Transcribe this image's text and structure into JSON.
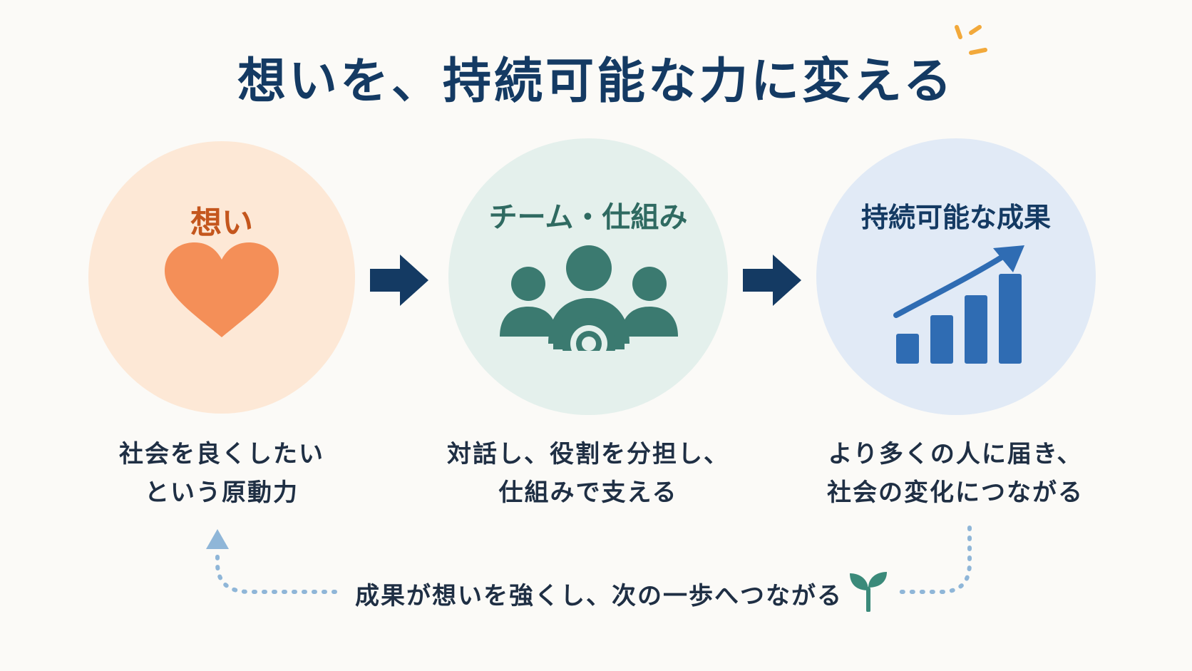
{
  "title": "想いを、持続可能な力に変える",
  "steps": [
    {
      "title": "想い",
      "icon": "heart-icon",
      "desc_line1": "社会を良くしたい",
      "desc_line2": "という原動力",
      "color": "#c4561d",
      "bg": "#fde8d6"
    },
    {
      "title": "チーム・仕組み",
      "icon": "team-gear-icon",
      "desc_line1": "対話し、役割を分担し、",
      "desc_line2": "仕組みで支える",
      "color": "#2f6a61",
      "bg": "#e4f0ec"
    },
    {
      "title": "持続可能な成果",
      "icon": "growth-chart-icon",
      "desc_line1": "より多くの人に届き、",
      "desc_line2": "社会の変化につながる",
      "color": "#143a63",
      "bg": "#e1eaf6"
    }
  ],
  "feedback": "成果が想いを強くし、次の一歩へつながる",
  "colors": {
    "title": "#143a63",
    "arrow": "#143a63",
    "heart": "#f48f58",
    "team": "#3b7a70",
    "chart": "#2f6cb3",
    "loop": "#8fb6d8",
    "sprout": "#3b8a7a",
    "spark": "#f2a93b"
  }
}
